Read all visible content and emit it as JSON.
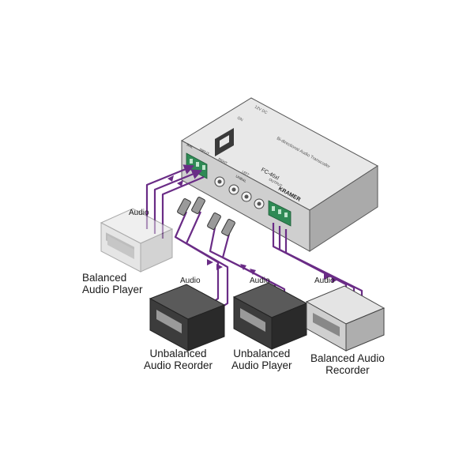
{
  "device": {
    "brand": "KRAMER",
    "model": "FC-46xl",
    "subtitle": "Bi-directional Audio Transcoder",
    "unbal_label": "UNBAL",
    "bal_label": "BAL",
    "input_label": "INPUT",
    "output_label": "OUTPUT",
    "left_label": "LEFT",
    "right_label": "RIGHT",
    "power_label": "12V DC",
    "on_label": "ON"
  },
  "signal_labels": {
    "balanced_player": "Audio",
    "unbalanced_recorder": "Audio",
    "unbalanced_player": "Audio",
    "balanced_recorder": "Audio"
  },
  "captions": {
    "balanced_player": [
      "Balanced",
      "Audio Player"
    ],
    "unbalanced_recorder": [
      "Unbalanced",
      "Audio Reorder"
    ],
    "unbalanced_player": [
      "Unbalanced",
      "Audio Player"
    ],
    "balanced_recorder": [
      "Balanced Audio",
      "Recorder"
    ]
  },
  "colors": {
    "cable": "#6a2c86",
    "device_top": "#e6e6e6",
    "device_front": "#c9c9c9",
    "device_side": "#a9a9a9",
    "connector_green": "#2f8a55"
  }
}
